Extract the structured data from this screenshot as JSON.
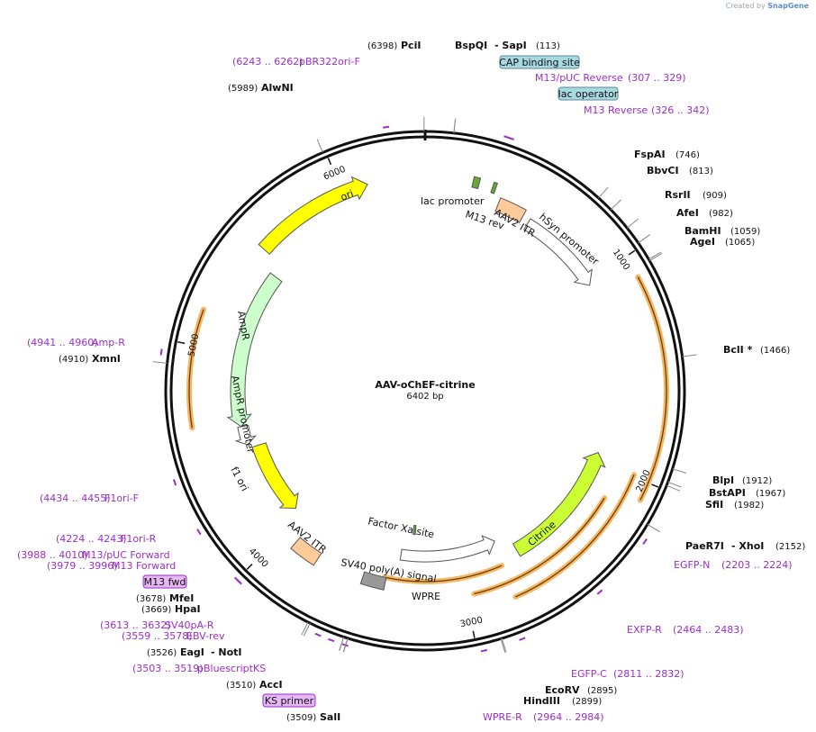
{
  "credit": {
    "prefix": "Created by",
    "brand": "SnapGene"
  },
  "plasmid": {
    "name": "AAV-oChEF-citrine",
    "size": "6402 bp"
  },
  "colors": {
    "primer": "#9b2fc9",
    "ori": "#ffff00",
    "ampr": "#ccffcc",
    "itr": "#ffcc99",
    "orf": "#ccff33",
    "promoter": "#ffffff",
    "polya": "#999999",
    "highlight": "#f5b860"
  },
  "ticks": [
    {
      "label": "1000",
      "pos": 1000
    },
    {
      "label": "2000",
      "pos": 2000
    },
    {
      "label": "3000",
      "pos": 3000
    },
    {
      "label": "4000",
      "pos": 4000
    },
    {
      "label": "5000",
      "pos": 5000
    },
    {
      "label": "6000",
      "pos": 6000
    }
  ],
  "enzymes": [
    {
      "name": "PciI",
      "pos": "(6398)",
      "at": 6398,
      "side": "left"
    },
    {
      "name": "BspQI",
      "pos": "",
      "at": 113,
      "side": "right"
    },
    {
      "name": "- SapI",
      "pos": "(113)",
      "at": 113,
      "side": "right"
    },
    {
      "name": "FspAI",
      "pos": "(746)",
      "at": 746,
      "side": "right"
    },
    {
      "name": "BbvCI",
      "pos": "(813)",
      "at": 813,
      "side": "right"
    },
    {
      "name": "RsrII",
      "pos": "(909)",
      "at": 909,
      "side": "right"
    },
    {
      "name": "AfeI",
      "pos": "(982)",
      "at": 982,
      "side": "right"
    },
    {
      "name": "BamHI",
      "pos": "(1059)",
      "at": 1059,
      "side": "right"
    },
    {
      "name": "AgeI",
      "pos": "(1065)",
      "at": 1065,
      "side": "right"
    },
    {
      "name": "BclI *",
      "pos": "(1466)",
      "at": 1466,
      "side": "right"
    },
    {
      "name": "BlpI",
      "pos": "(1912)",
      "at": 1912,
      "side": "right"
    },
    {
      "name": "BstAPI",
      "pos": "(1967)",
      "at": 1967,
      "side": "right"
    },
    {
      "name": "SfiI",
      "pos": "(1982)",
      "at": 1982,
      "side": "right"
    },
    {
      "name": "PaeR7I",
      "pos": "(2152)",
      "at": 2152,
      "side": "right"
    },
    {
      "name": "- XhoI",
      "pos": "",
      "at": 2152,
      "side": "right"
    },
    {
      "name": "EcoRV",
      "pos": "(2895)",
      "at": 2895,
      "side": "right"
    },
    {
      "name": "HindIII",
      "pos": "(2899)",
      "at": 2899,
      "side": "right"
    },
    {
      "name": "SalI",
      "pos": "(3509)",
      "at": 3509,
      "side": "left"
    },
    {
      "name": "AccI",
      "pos": "(3510)",
      "at": 3510,
      "side": "left"
    },
    {
      "name": "EagI",
      "pos": "(3526)",
      "at": 3526,
      "side": "left"
    },
    {
      "name": "- NotI",
      "pos": "",
      "at": 3526,
      "side": "left"
    },
    {
      "name": "HpaI",
      "pos": "(3669)",
      "at": 3669,
      "side": "left"
    },
    {
      "name": "MfeI",
      "pos": "(3678)",
      "at": 3678,
      "side": "left"
    },
    {
      "name": "XmnI",
      "pos": "(4910)",
      "at": 4910,
      "side": "left"
    },
    {
      "name": "AlwNI",
      "pos": "(5989)",
      "at": 5989,
      "side": "left"
    }
  ],
  "primers": [
    {
      "name": "pBR322ori-F",
      "range": "(6243 .. 6262)",
      "at": 6252
    },
    {
      "name": "M13/pUC Reverse",
      "range": "(307 .. 329)",
      "at": 318
    },
    {
      "name": "M13 Reverse",
      "range": "(326 .. 342)",
      "at": 334
    },
    {
      "name": "EGFP-N",
      "range": "(2203 .. 2224)",
      "at": 2213
    },
    {
      "name": "EXFP-R",
      "range": "(2464 .. 2483)",
      "at": 2473
    },
    {
      "name": "EGFP-C",
      "range": "(2811 .. 2832)",
      "at": 2821
    },
    {
      "name": "WPRE-R",
      "range": "(2964 .. 2984)",
      "at": 2974
    },
    {
      "name": "pBluescriptKS",
      "range": "(3503 .. 3519)",
      "at": 3511
    },
    {
      "name": "EBV-rev",
      "range": "(3559 .. 3578)",
      "at": 3568
    },
    {
      "name": "SV40pA-R",
      "range": "(3613 .. 3632)",
      "at": 3622
    },
    {
      "name": "M13 Forward",
      "range": "(3979 .. 3996)",
      "at": 3987
    },
    {
      "name": "M13/pUC Forward",
      "range": "(3988 .. 4010)",
      "at": 3999
    },
    {
      "name": "F1ori-R",
      "range": "(4224 .. 4243)",
      "at": 4233
    },
    {
      "name": "F1ori-F",
      "range": "(4434 .. 4455)",
      "at": 4444
    },
    {
      "name": "Amp-R",
      "range": "(4941 .. 4960)",
      "at": 4950
    }
  ],
  "boxed": [
    {
      "name": "CAP binding site",
      "kind": "feature"
    },
    {
      "name": "lac operator",
      "kind": "feature"
    },
    {
      "name": "M13 fwd",
      "kind": "primer"
    },
    {
      "name": "KS primer",
      "kind": "primer"
    }
  ],
  "features": [
    {
      "name": "ori",
      "kind": "ori",
      "start": 5536,
      "end": 6125,
      "dir": 1
    },
    {
      "name": "lac promoter",
      "kind": "small",
      "start": 230,
      "end": 260,
      "dir": 1
    },
    {
      "name": "M13 rev",
      "kind": "small",
      "start": 326,
      "end": 342,
      "dir": 1
    },
    {
      "name": "AAV2 ITR",
      "kind": "itr",
      "start": 380,
      "end": 520,
      "dir": 1
    },
    {
      "name": "hSyn promoter",
      "kind": "promoter",
      "start": 560,
      "end": 1020,
      "dir": 1
    },
    {
      "name": "Citrine",
      "kind": "orf",
      "start": 1950,
      "end": 2670,
      "dir": -1
    },
    {
      "name": "Factor Xa site",
      "kind": "small",
      "start": 3270,
      "end": 3285,
      "dir": 1
    },
    {
      "name": "WPRE",
      "kind": "promoter",
      "start": 2760,
      "end": 3350,
      "dir": -1
    },
    {
      "name": "SV40 poly(A) signal",
      "kind": "polya",
      "start": 3410,
      "end": 3530,
      "dir": -1
    },
    {
      "name": "AAV2 ITR",
      "kind": "itr",
      "start": 3780,
      "end": 3920,
      "dir": 1
    },
    {
      "name": "f1 ori",
      "kind": "ori",
      "start": 4050,
      "end": 4480,
      "dir": -1
    },
    {
      "name": "AmpR promoter",
      "kind": "promoter",
      "start": 4500,
      "end": 4605,
      "dir": -1
    },
    {
      "name": "AmpR",
      "kind": "ampr",
      "start": 4605,
      "end": 5465,
      "dir": -1
    }
  ]
}
